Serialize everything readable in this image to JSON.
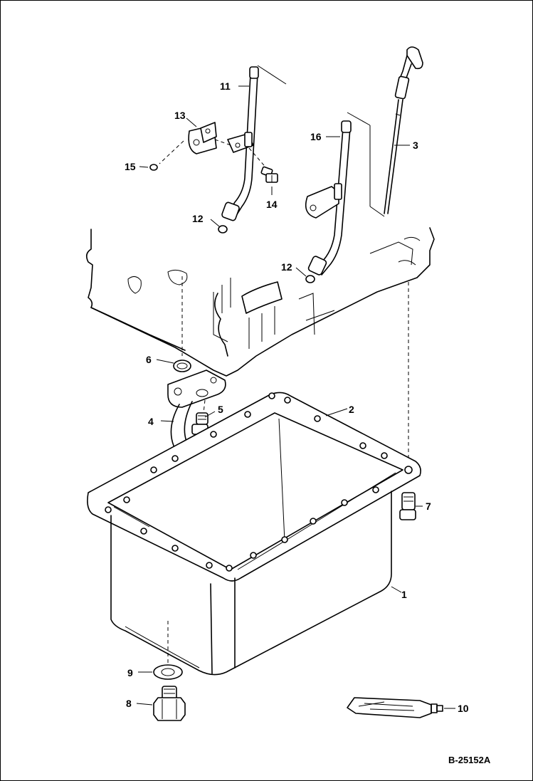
{
  "callouts": [
    {
      "id": "c1",
      "label": "1"
    },
    {
      "id": "c2",
      "label": "2"
    },
    {
      "id": "c3",
      "label": "3"
    },
    {
      "id": "c4",
      "label": "4"
    },
    {
      "id": "c5",
      "label": "5"
    },
    {
      "id": "c6",
      "label": "6"
    },
    {
      "id": "c7",
      "label": "7"
    },
    {
      "id": "c8",
      "label": "8"
    },
    {
      "id": "c9",
      "label": "9"
    },
    {
      "id": "c10",
      "label": "10"
    },
    {
      "id": "c11",
      "label": "11"
    },
    {
      "id": "c12a",
      "label": "12"
    },
    {
      "id": "c12b",
      "label": "12"
    },
    {
      "id": "c13",
      "label": "13"
    },
    {
      "id": "c14",
      "label": "14"
    },
    {
      "id": "c15",
      "label": "15"
    },
    {
      "id": "c16",
      "label": "16"
    }
  ],
  "figure_ref": "B-25152A"
}
